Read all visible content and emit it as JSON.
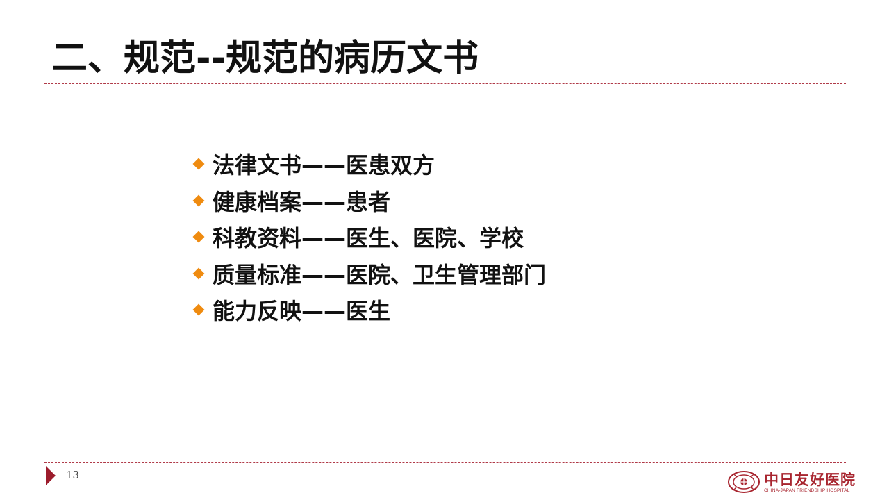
{
  "slide": {
    "title": "二、规范--规范的病历文书",
    "bullets": [
      {
        "text": "法律文书——医患双方"
      },
      {
        "text": "健康档案——患者"
      },
      {
        "text": "科教资料——医生、医院、学校"
      },
      {
        "text": "质量标准——医院、卫生管理部门"
      },
      {
        "text": "能力反映——医生"
      }
    ],
    "page_number": "13",
    "logo": {
      "name_cn": "中日友好医院",
      "name_en": "CHINA-JAPAN FRIENDSHIP HOSPITAL"
    }
  },
  "colors": {
    "bullet_diamond": "#ef8b10",
    "accent_red": "#9c1c2c",
    "rule_dashed": "#b03a48",
    "logo_red": "#a8252f"
  },
  "icons": {
    "bullet": "diamond-bullet-icon",
    "page_marker": "triangle-marker-icon",
    "logo": "hospital-seal-icon"
  }
}
